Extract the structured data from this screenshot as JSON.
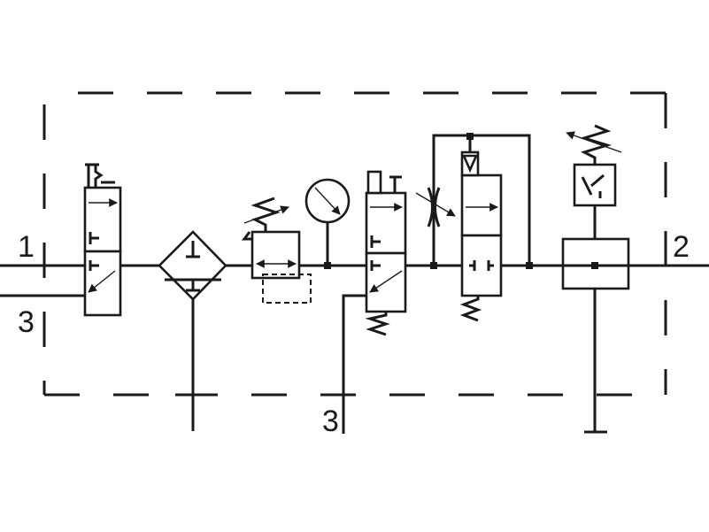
{
  "diagram": {
    "ports": {
      "inlet": "1",
      "exhaust_left": "3",
      "exhaust_bottom": "3",
      "outlet": "2"
    }
  }
}
